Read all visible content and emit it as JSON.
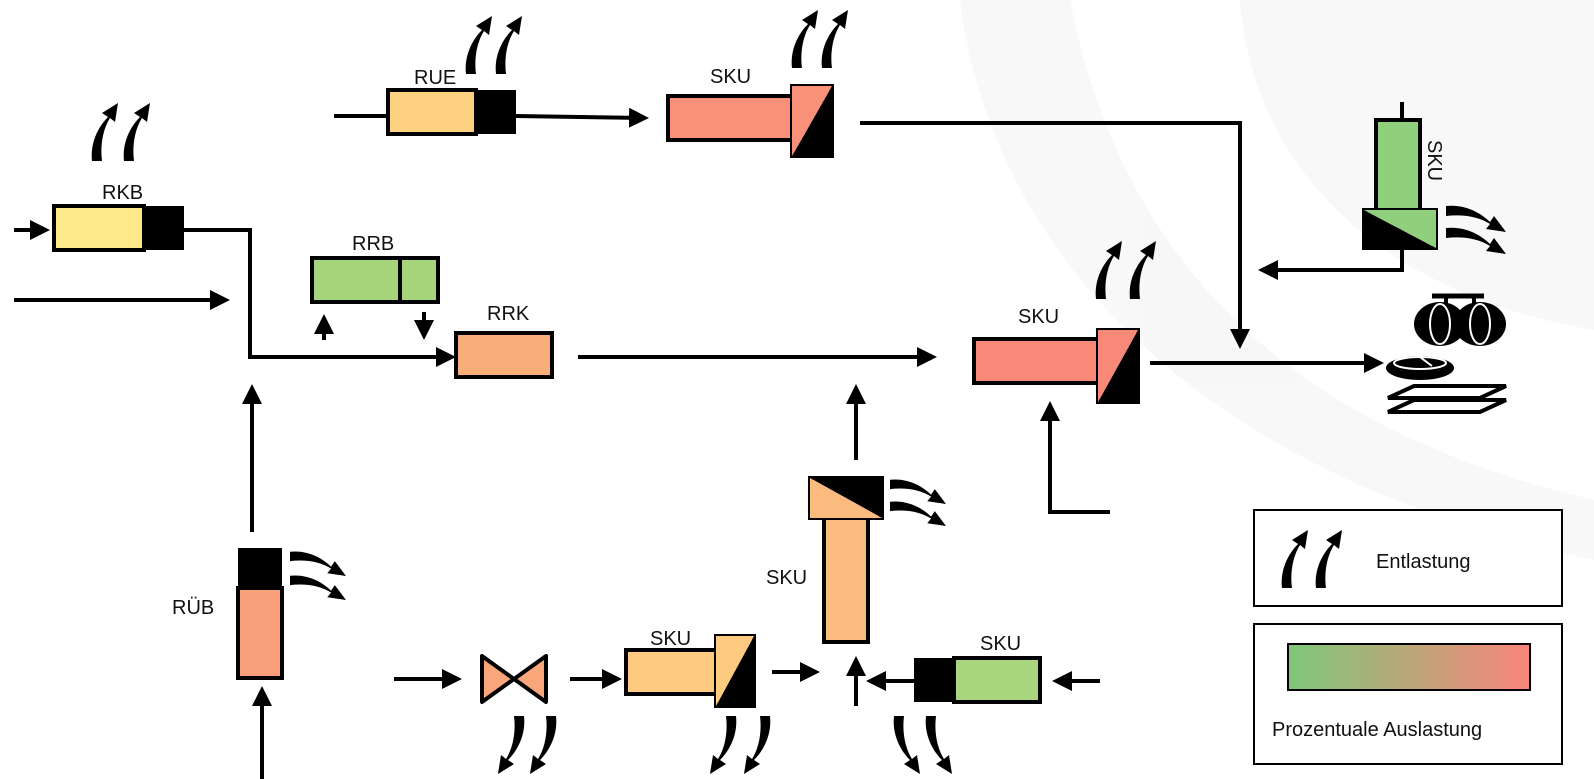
{
  "labels": {
    "rue": "RUE",
    "sku_top": "SKU",
    "rkb": "RKB",
    "rrb": "RRB",
    "rrk": "RRK",
    "sku_mid": "SKU",
    "sku_right": "SKU",
    "rub": "RÜB",
    "sku_vertical": "SKU",
    "sku_bottom_left": "SKU",
    "sku_bottom_right": "SKU"
  },
  "legend": {
    "relief_label": "Entlastung",
    "load_label": "Prozentuale Auslastung"
  },
  "colors": {
    "rue_fill": "#fdd17f",
    "sku_top_fill": "#f9907a",
    "rkb_fill": "#fde98a",
    "rrb_fill": "#a6d47b",
    "rrk_fill": "#f9ae7a",
    "sku_mid_fill": "#f88978",
    "sku_right_fill": "#90d07d",
    "rub_fill": "#f9a07a",
    "sku_vertical_fill": "#fbba7e",
    "sku_bottom_left_fill": "#fdca7f",
    "sku_bottom_right_fill": "#a8d57d",
    "valve_fill": "#f9a77a",
    "gradient_low": "#7ec77a",
    "gradient_high": "#f9857a",
    "line": "#000000"
  }
}
